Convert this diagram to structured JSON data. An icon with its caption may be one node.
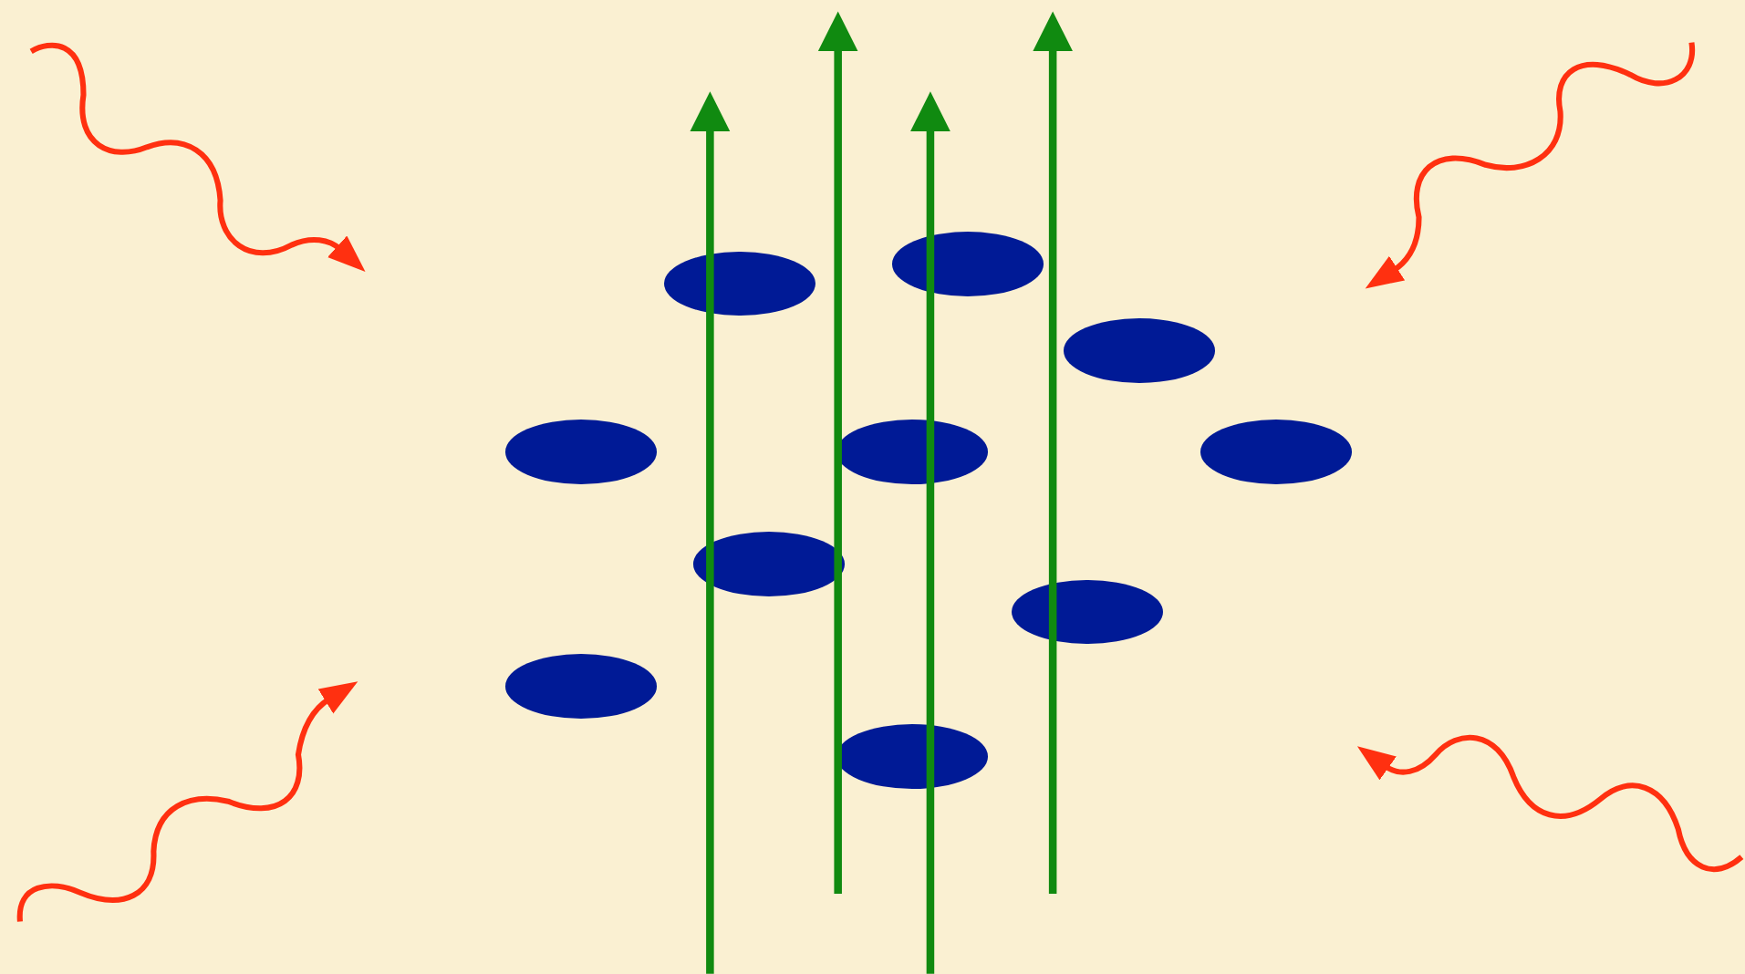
{
  "diagram": {
    "nodes": [
      {
        "text": [],
        "shape": "ellipse"
      },
      {
        "text": [],
        "shape": "ellipse"
      },
      {
        "text": [],
        "shape": "ellipse"
      },
      {
        "text": [],
        "shape": "ellipse"
      },
      {
        "text": [],
        "shape": "ellipse"
      },
      {
        "text": [],
        "shape": "ellipse"
      },
      {
        "text": [],
        "shape": "ellipse"
      },
      {
        "text": [],
        "shape": "ellipse"
      },
      {
        "text": [],
        "shape": "ellipse"
      },
      {
        "text": [],
        "shape": "ellipse"
      }
    ]
  }
}
